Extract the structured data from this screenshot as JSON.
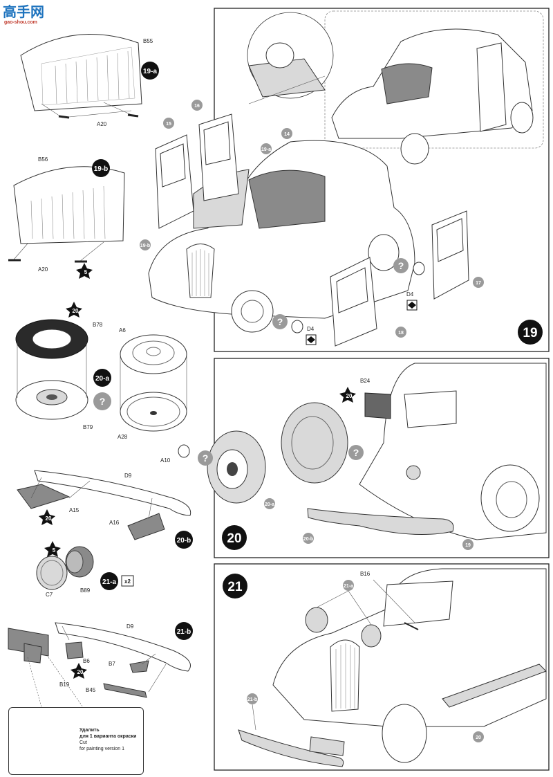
{
  "logo": {
    "brand_text": "高手网",
    "domain_text": "gao-shou.com"
  },
  "steps": {
    "s19": "19",
    "s20": "20",
    "s21": "21"
  },
  "substeps": {
    "s19a": "19-a",
    "s19b": "19-b",
    "s20a": "20-a",
    "s20b": "20-b",
    "s21a": "21-a",
    "s21b": "21-b",
    "x2": "x2"
  },
  "part_labels": {
    "B55": "B55",
    "A20_top": "A20",
    "B56": "B56",
    "A20_mid": "A20",
    "B78": "B78",
    "B79": "B79",
    "A6": "A6",
    "A28": "A28",
    "A10": "A10",
    "D9_a": "D9",
    "A15": "A15",
    "A16": "A16",
    "C7": "C7",
    "B89": "B89",
    "D9_b": "D9",
    "B6": "B6",
    "B7": "B7",
    "B19": "B19",
    "B45": "B45",
    "B24": "B24",
    "B16": "B16",
    "D4_a": "D4",
    "D4_b": "D4"
  },
  "callouts": {
    "c14": "14",
    "c15": "15",
    "c16": "16",
    "c17": "17",
    "c18": "18",
    "c19a": "19-a",
    "c19b": "19-b",
    "c20a": "20-a",
    "c20b": "20-b",
    "c19": "19",
    "c21a": "21-a",
    "c21b": "21-b",
    "c20": "20"
  },
  "stars": {
    "s5a": "5",
    "s20a": "20",
    "s20b": "20",
    "s5b": "5",
    "s20c": "20",
    "s20d": "20"
  },
  "question": "?",
  "note": {
    "ru_line1": "Удалить",
    "ru_line2": "для 1 варианта окраски",
    "en_line1": "Cut",
    "en_line2": "for painting version 1"
  }
}
